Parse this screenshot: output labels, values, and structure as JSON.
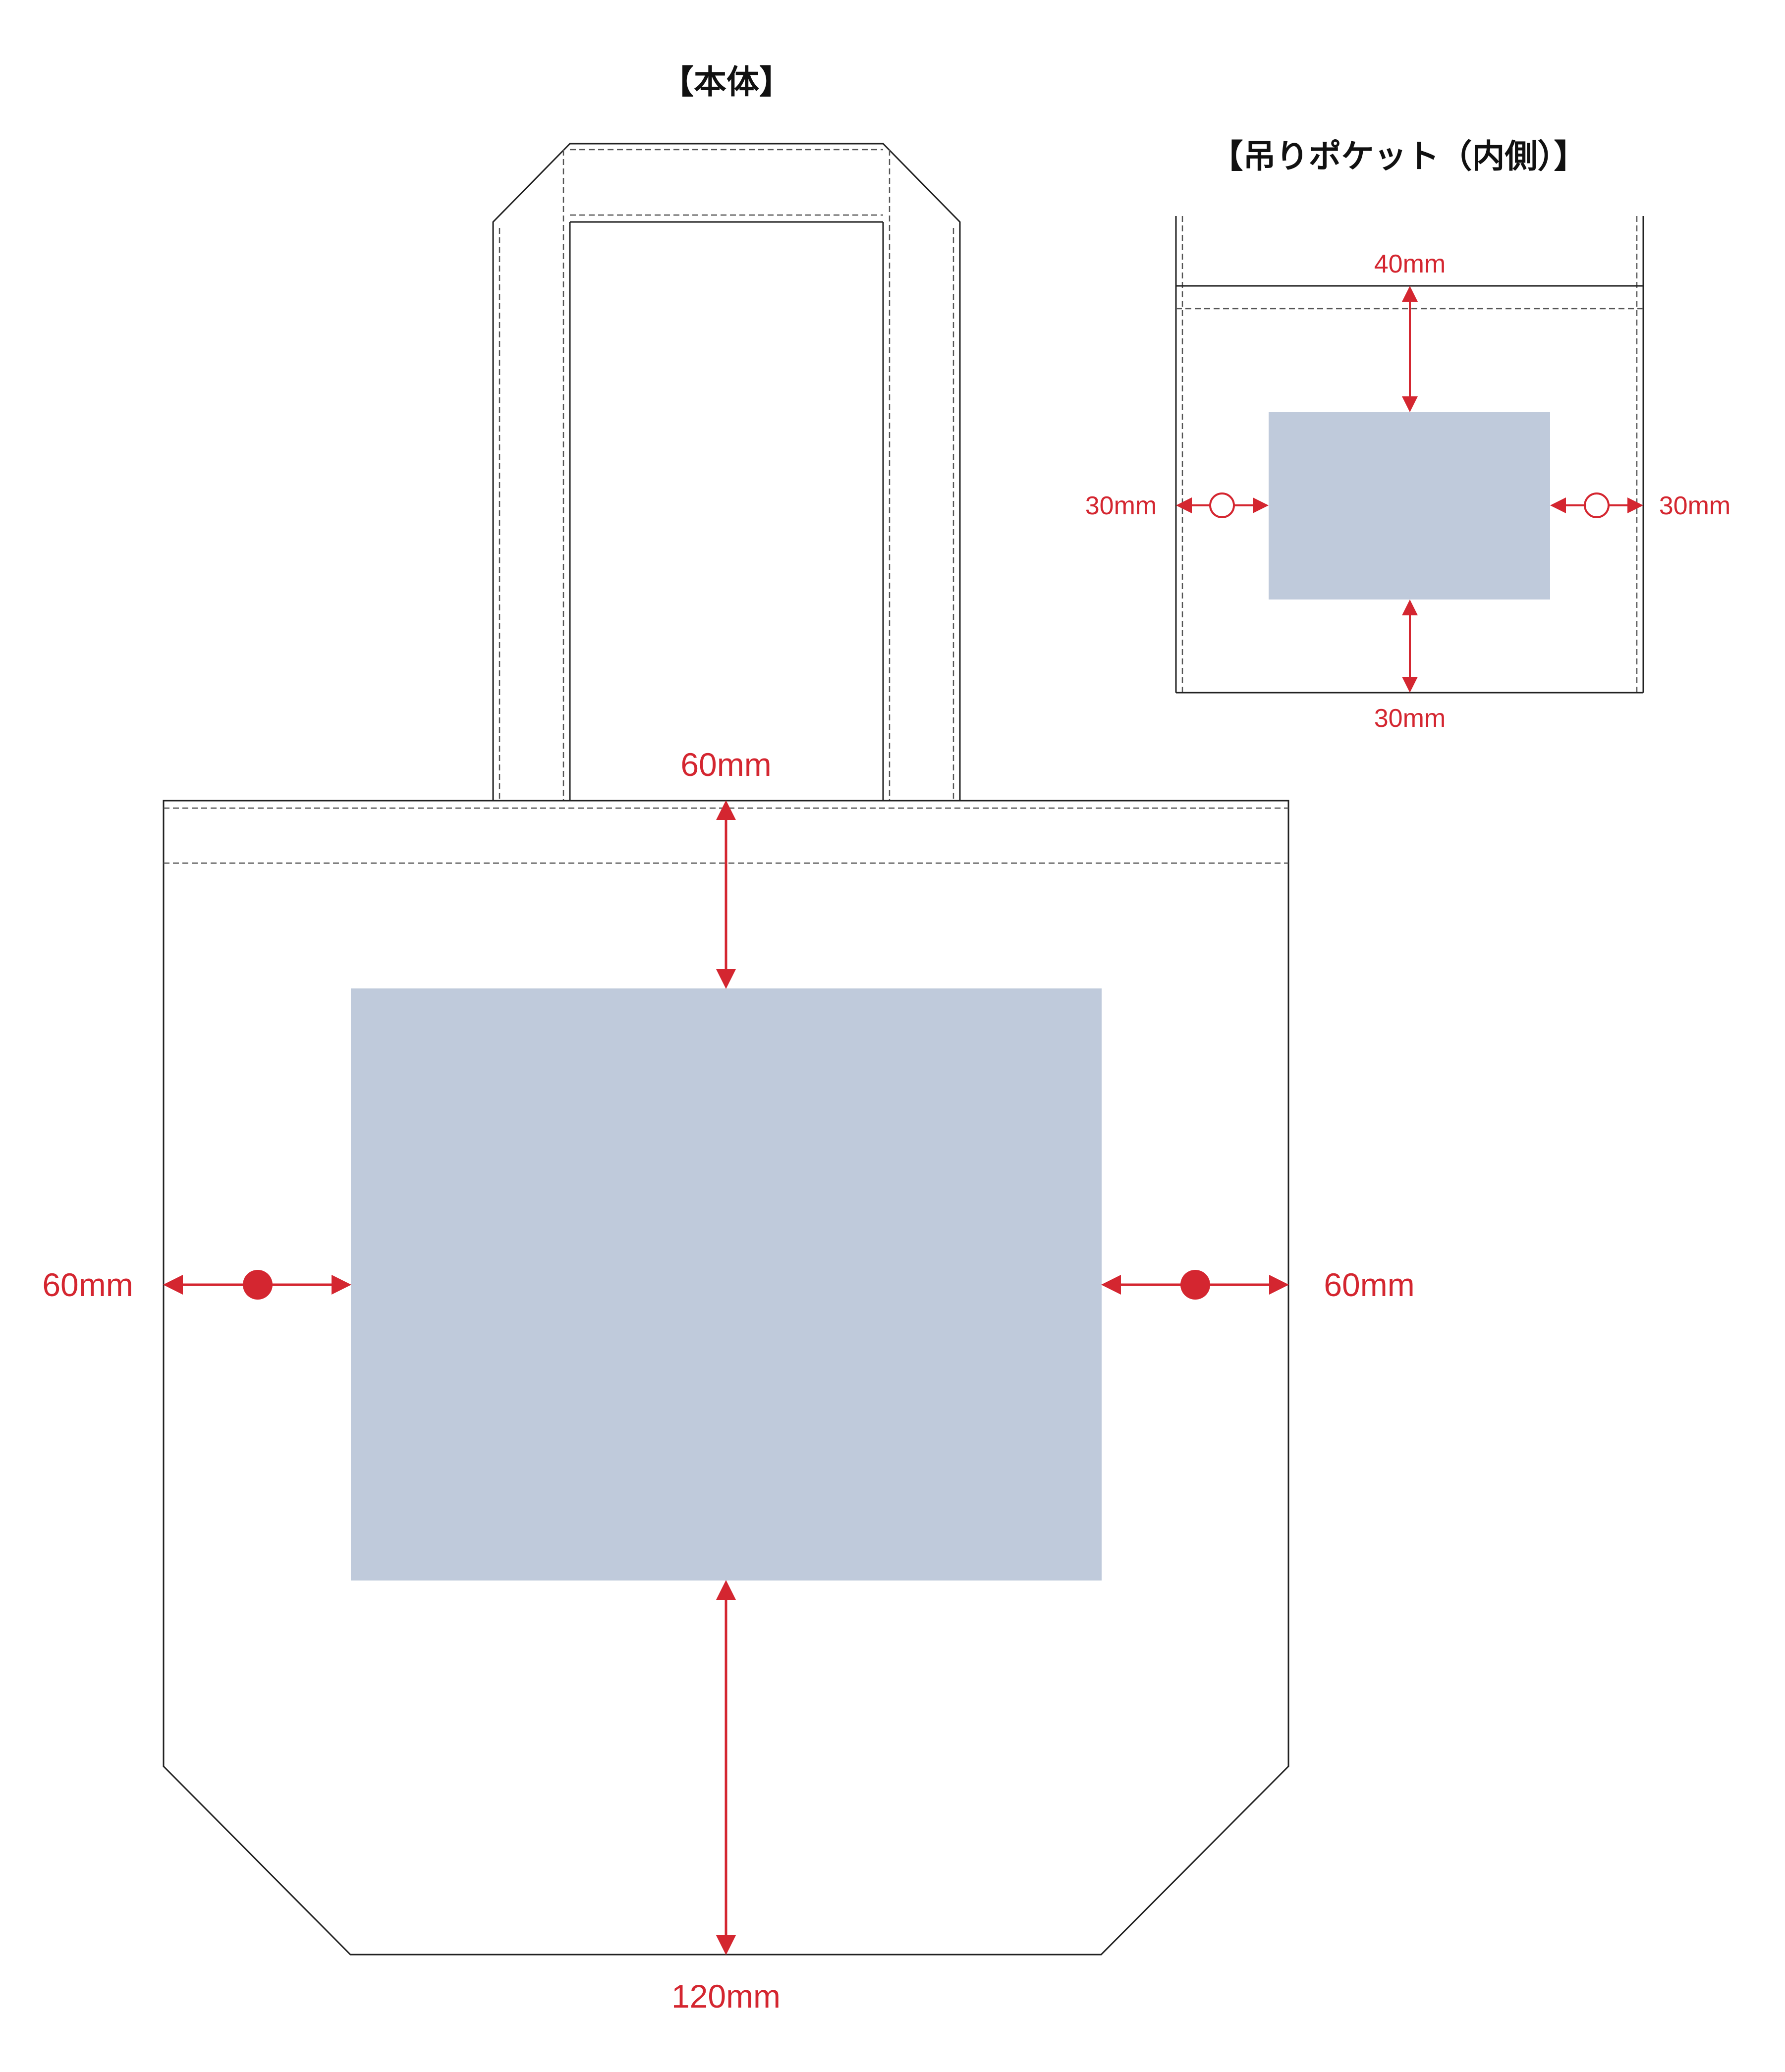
{
  "body_section": {
    "title": "【本体】",
    "dim_top": "60mm",
    "dim_left": "60mm",
    "dim_right": "60mm",
    "dim_bottom": "120mm"
  },
  "pocket_section": {
    "title": "【吊りポケット（内側）】",
    "dim_top": "40mm",
    "dim_left": "30mm",
    "dim_right": "30mm",
    "dim_bottom": "30mm"
  },
  "colors": {
    "print_area": "#bfcadb",
    "dimension": "#d42630",
    "outline": "#222222",
    "seam": "#555555"
  }
}
